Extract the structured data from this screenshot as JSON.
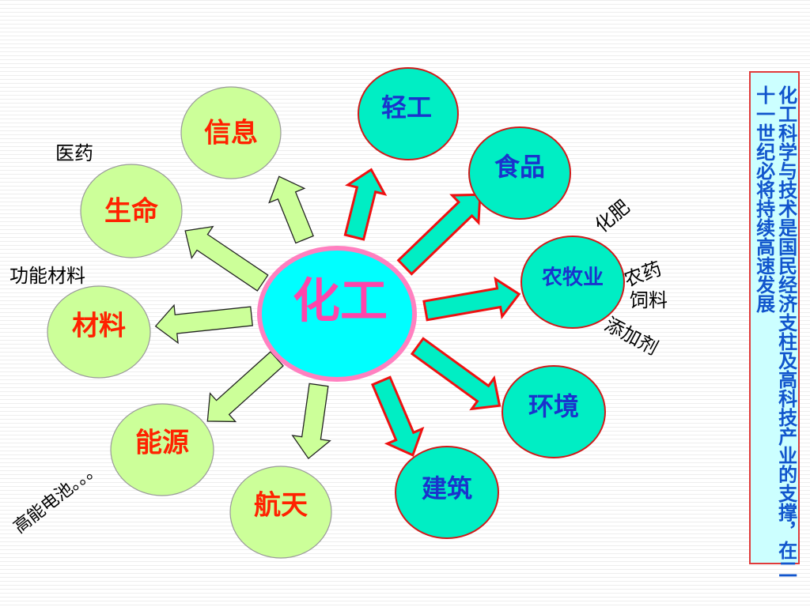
{
  "center": {
    "label": "化工"
  },
  "nodes": {
    "xinxi": "信息",
    "shengming": "生命",
    "cailiao": "材料",
    "nengyuan": "能源",
    "hangtian": "航天",
    "qinggong": "轻工",
    "shipin": "食品",
    "nongmuye": "农牧业",
    "huanjing": "环境",
    "jianzhu": "建筑"
  },
  "side_labels": {
    "yiyao": "医药",
    "gongneng_cailiao": "功能材料",
    "gaoneng_dianchi": "高能电池。。。",
    "huafei": "化肥",
    "nongyao": "农药",
    "siliao": "饲料",
    "tianjiaji": "添加剂"
  },
  "summary": {
    "line1": "化工科学与技术是国民经济支柱及高科技产业的支撑，在二",
    "line2": "十一世纪必将持续高速发展"
  },
  "colors": {
    "left_node_fill": "#ccff99",
    "right_node_fill": "#00eec4",
    "center_fill": "#00ffff",
    "center_ring": "#ff80c0",
    "left_text": "#ff2200",
    "right_text": "#1a33cc",
    "center_text": "#ff44aa",
    "left_arrow_fill": "#ccff99",
    "right_arrow_fill": "#00eec4",
    "right_arrow_stroke": "#ee1111",
    "summary_text": "#1155cc",
    "summary_border": "#e03a3a",
    "summary_fill": "#ccffff"
  }
}
